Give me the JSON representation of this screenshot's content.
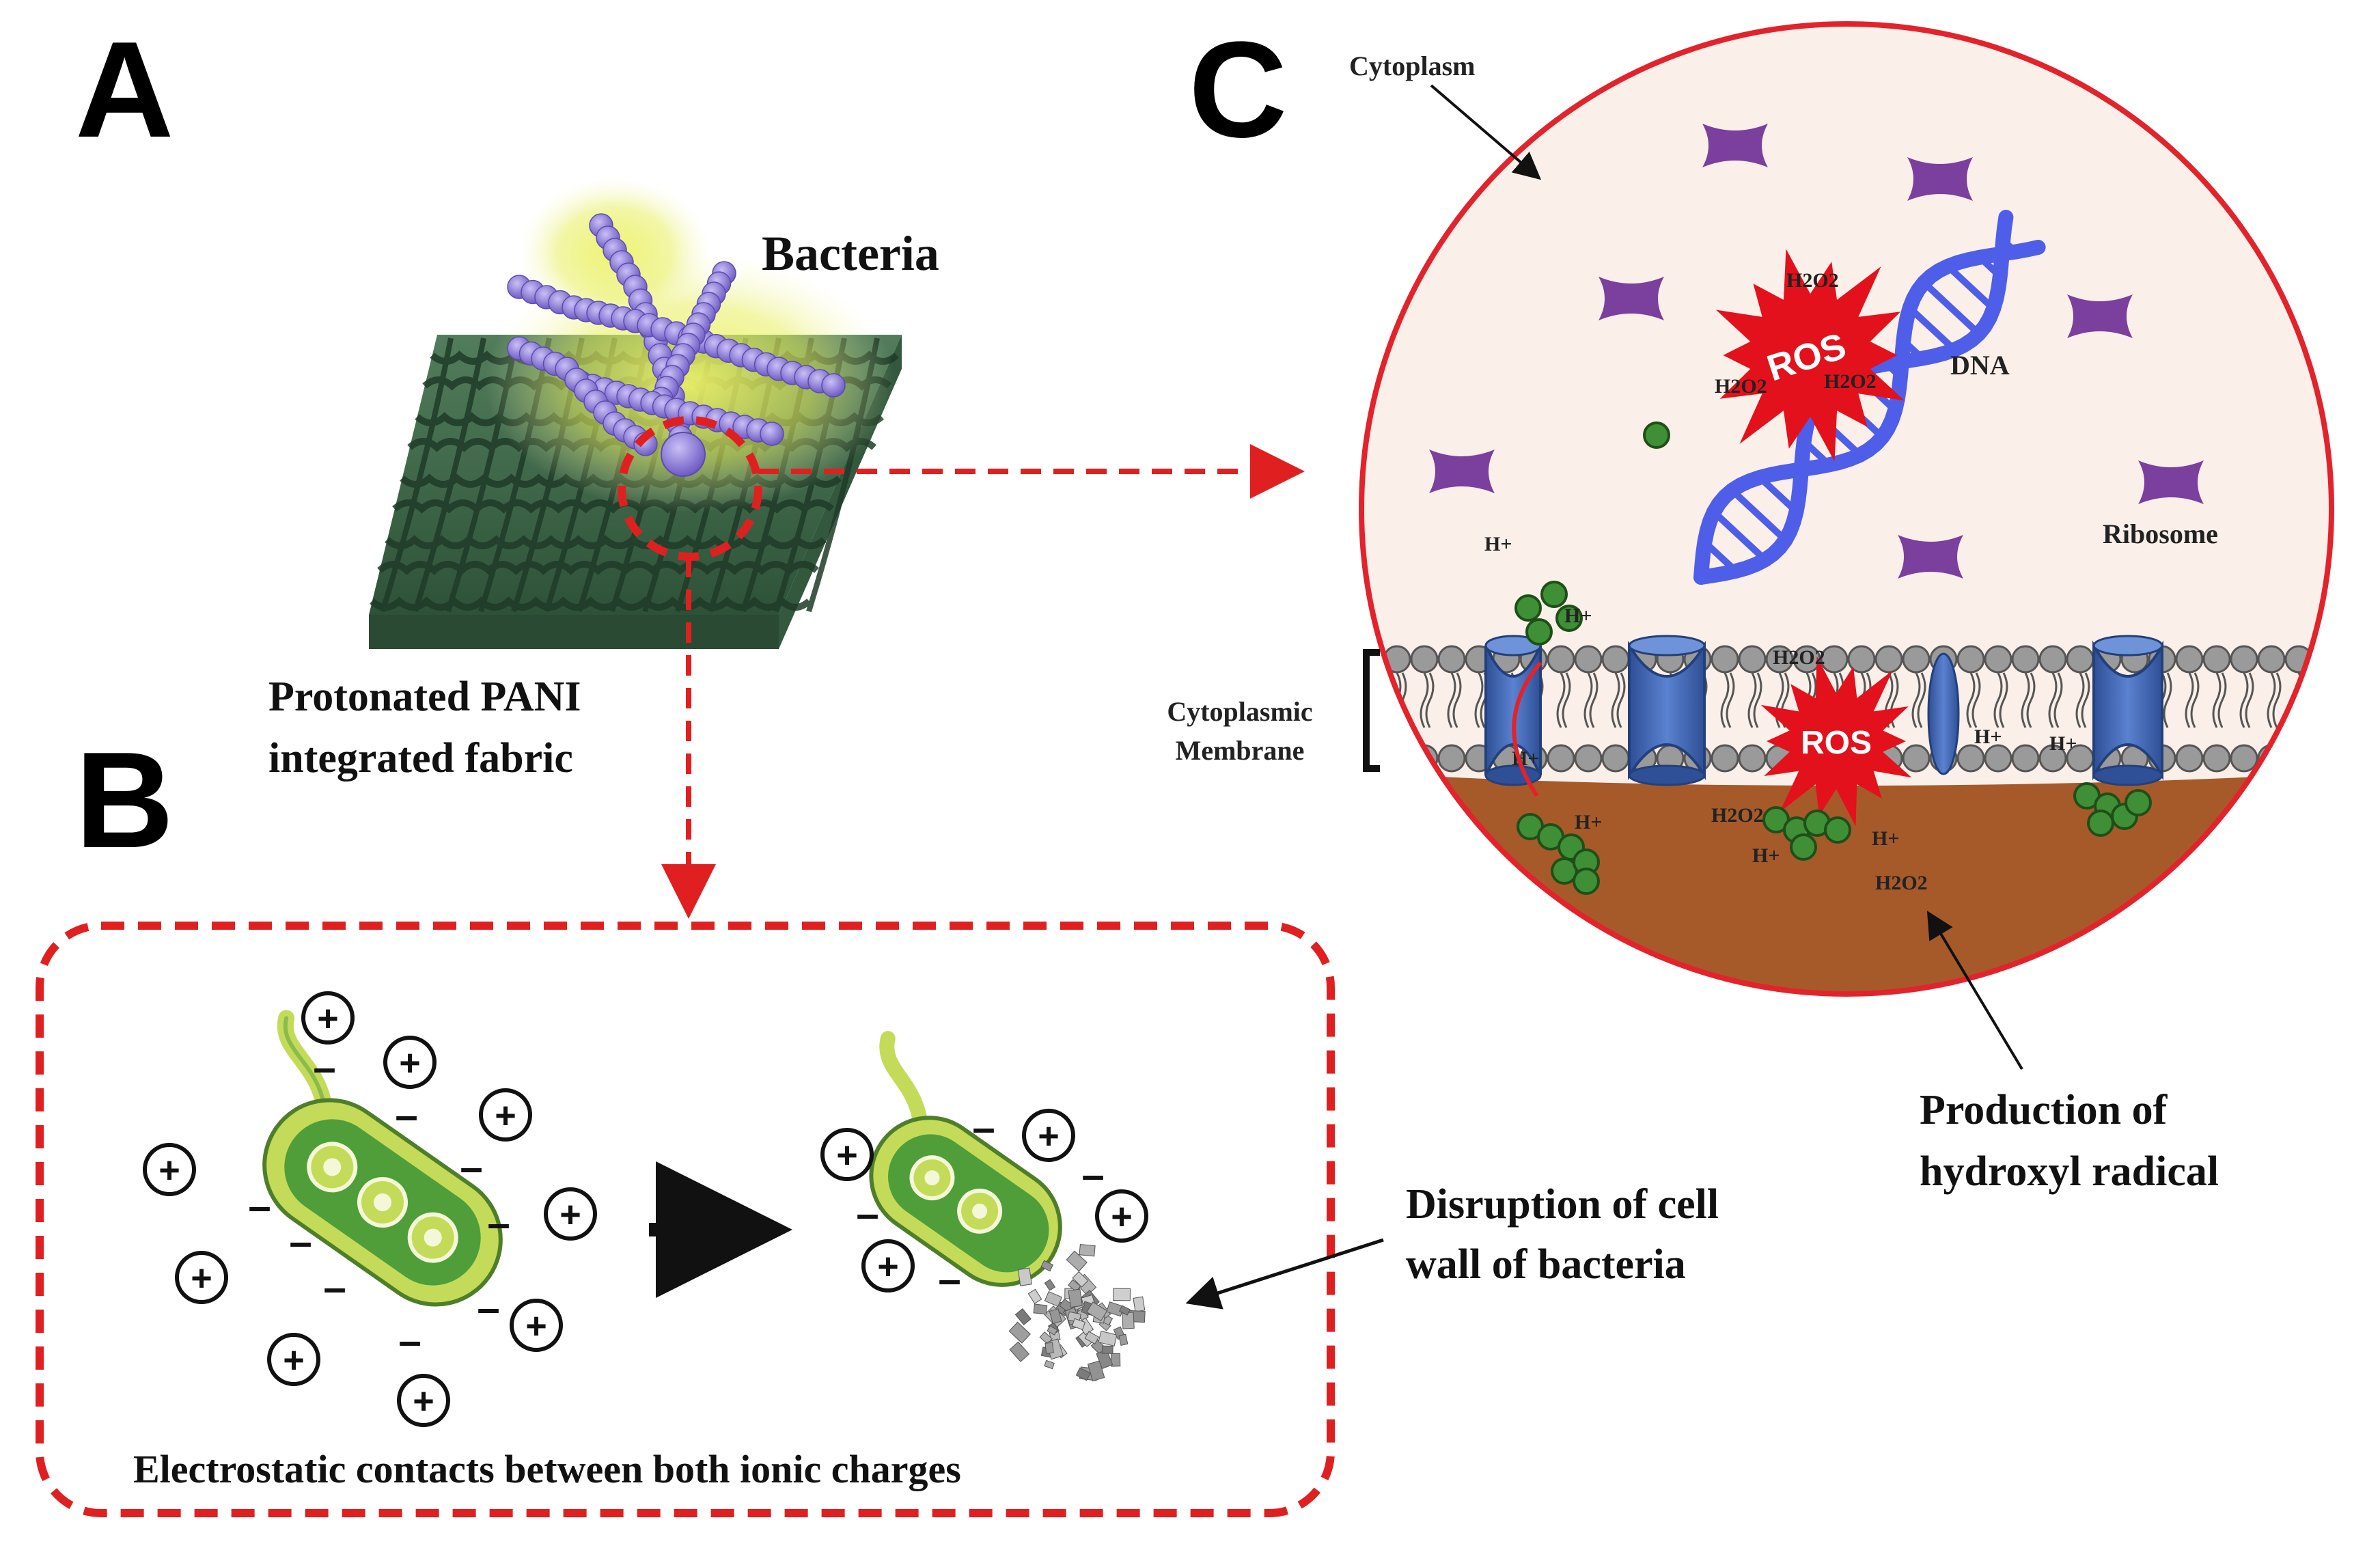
{
  "panels": {
    "a": "A",
    "b": "B",
    "c": "C"
  },
  "panel_a": {
    "bacteria_label": "Bacteria",
    "fabric_label_line1": "Protonated PANI",
    "fabric_label_line2": "integrated fabric"
  },
  "panel_b": {
    "caption": "Electrostatic contacts between both ionic charges",
    "disruption_line1": "Disruption of cell",
    "disruption_line2": "wall of bacteria",
    "plus": "+",
    "minus": "–"
  },
  "panel_c": {
    "cytoplasm": "Cytoplasm",
    "dna": "DNA",
    "ribosome": "Ribosome",
    "ros_top": "ROS",
    "ros_membrane": "ROS",
    "membrane_line1": "Cytoplasmic",
    "membrane_line2": "Membrane",
    "production_line1": "Production of",
    "production_line2": "hydroxyl radical",
    "h2o2": "H2O2",
    "h_plus": "H+"
  },
  "colors": {
    "dashed_red": "#e02020",
    "fabric_green": "#3f6b4a",
    "bacteria_purple": "#8f7ad6",
    "ribosome_purple": "#7b3f9e",
    "dna_blue": "#4f5ee8",
    "ros_red": "#e3111b",
    "channel_blue": "#3f64b0",
    "extracellular_brown": "#a65a2a",
    "cytoplasm_bg": "#fbefe9",
    "green_particle": "#3f8f36",
    "bacterium_light": "#c4db5a",
    "bacterium_dark": "#4f9e3a"
  },
  "icons": [
    "arrow-right-icon",
    "arrow-down-icon",
    "plus-ion-icon",
    "minus-ion-icon",
    "ribosome-icon",
    "dna-icon",
    "ros-burst-icon",
    "ion-channel-icon",
    "bacterium-icon"
  ]
}
